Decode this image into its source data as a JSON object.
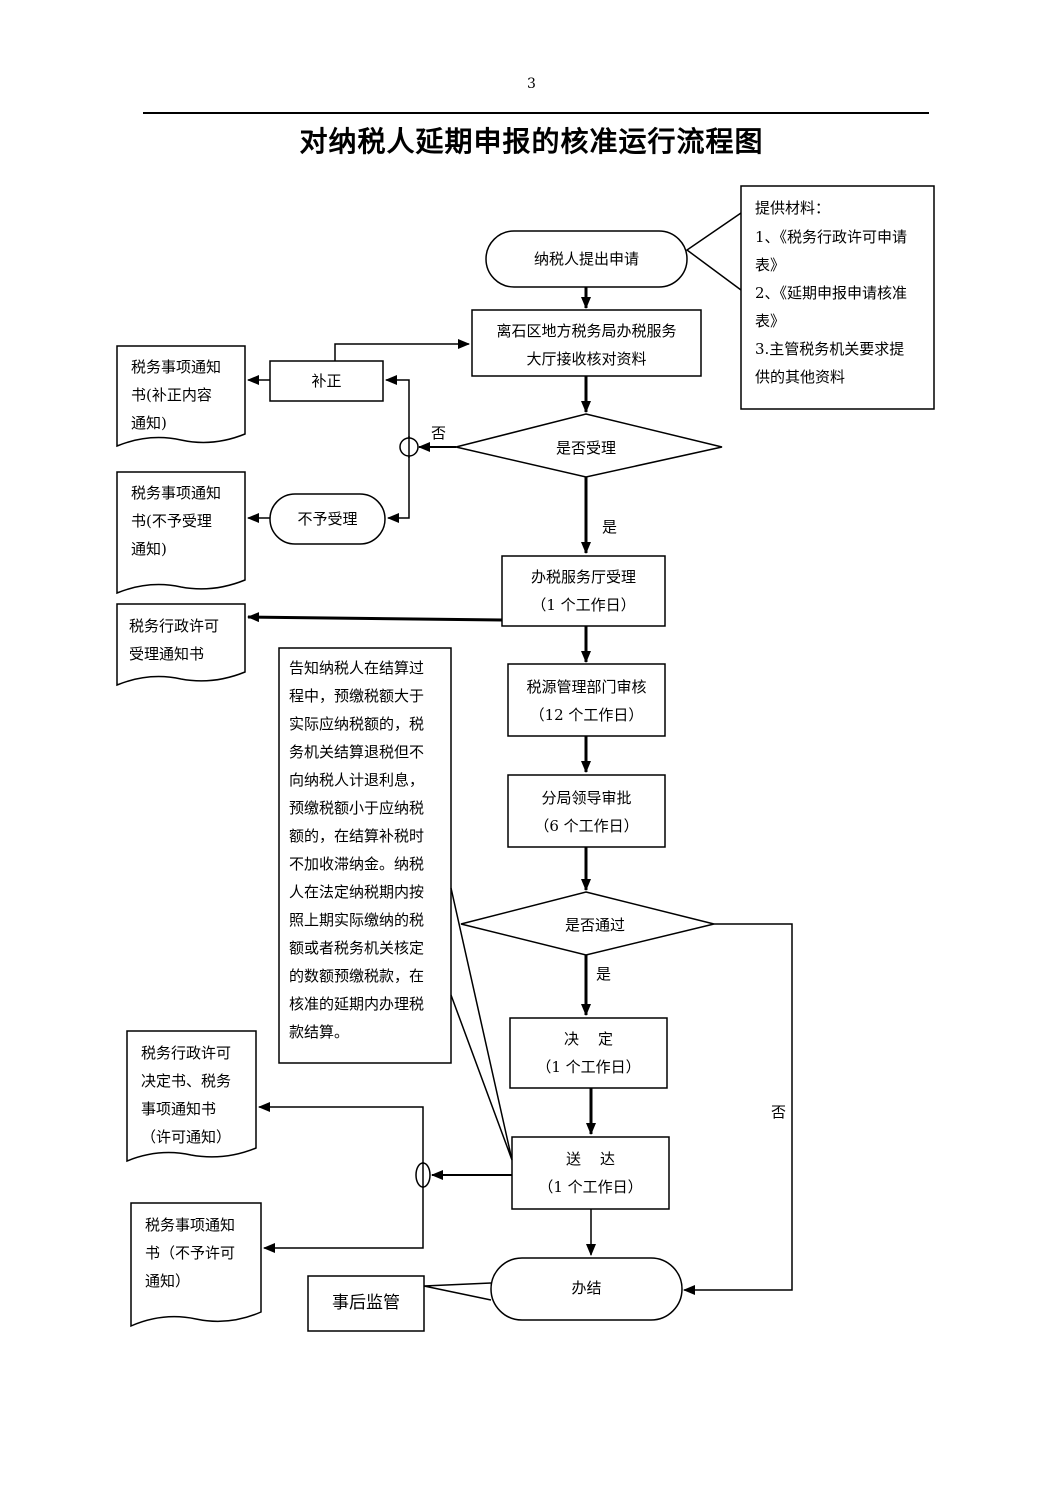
{
  "page_number": "3",
  "title": "对纳税人延期申报的核准运行流程图",
  "materials": {
    "header": "提供材料：",
    "item1_a": "1、《税务行政许可申请",
    "item1_b": "表》",
    "item2_a": "2、《延期申报申请核准",
    "item2_b": "表》",
    "item3_a": "3.主管税务机关要求提",
    "item3_b": "供的其他资料"
  },
  "nodes": {
    "apply": "纳税人提出申请",
    "receive_a": "离石区地方税务局办税服务",
    "receive_b": "大厅接收核对资料",
    "correct": "补正",
    "accept_q": "是否受理",
    "reject": "不予受理",
    "hall_accept_a": "办税服务厅受理",
    "hall_accept_b": "（1 个工作日）",
    "tax_review_a": "税源管理部门审核",
    "tax_review_b": "（12 个工作日）",
    "leader_approve_a": "分局领导审批",
    "leader_approve_b": "（6 个工作日）",
    "pass_q": "是否通过",
    "decide_a": "决    定",
    "decide_b": "（1 个工作日）",
    "deliver_a": "送    达",
    "deliver_b": "（1 个工作日）",
    "finish": "办结",
    "supervise": "事后监管"
  },
  "documents": {
    "doc_correct_a": "税务事项通知",
    "doc_correct_b": "书(补正内容",
    "doc_correct_c": "通知)",
    "doc_reject_a": "税务事项通知",
    "doc_reject_b": "书(不予受理",
    "doc_reject_c": "通知)",
    "doc_accept_a": "税务行政许可",
    "doc_accept_b": "受理通知书",
    "doc_permit_a": "税务行政许可",
    "doc_permit_b": "决定书、税务",
    "doc_permit_c": "事项通知书",
    "doc_permit_d": "（许可通知）",
    "doc_deny_a": "税务事项通知",
    "doc_deny_b": "书（不予许可",
    "doc_deny_c": "通知）"
  },
  "note_lines": [
    "告知纳税人在结算过",
    "程中，预缴税额大于",
    "实际应纳税额的，税",
    "务机关结算退税但不",
    "向纳税人计退利息，",
    "预缴税额小于应纳税",
    "额的，在结算补税时",
    "不加收滞纳金。纳税",
    "人在法定纳税期内按",
    "照上期实际缴纳的税",
    "额或者税务机关核定",
    "的数额预缴税款，在",
    "核准的延期内办理税",
    "款结算。"
  ],
  "edge_labels": {
    "no_accept": "否",
    "yes_accept": "是",
    "yes_pass": "是",
    "no_pass": "否"
  }
}
